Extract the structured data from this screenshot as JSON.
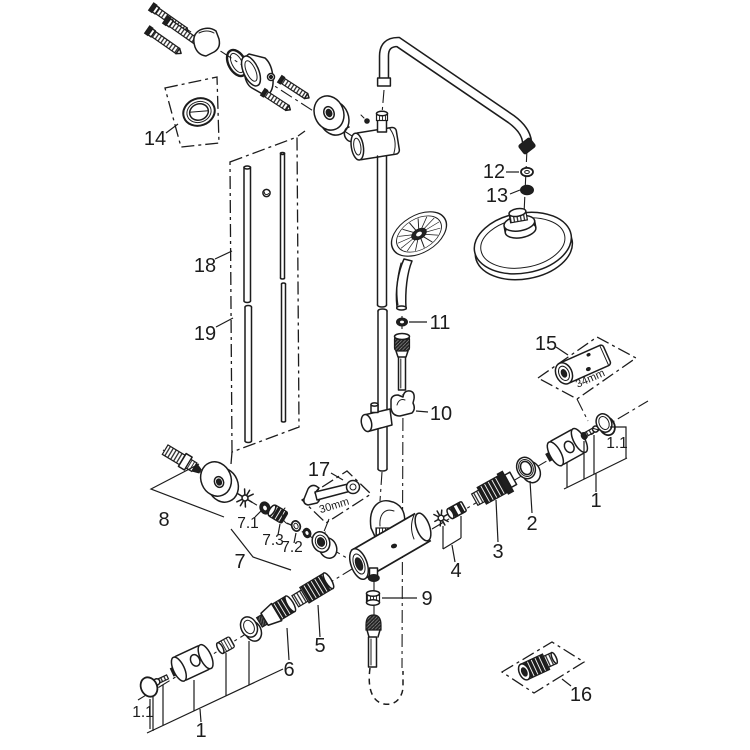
{
  "diagram": {
    "kind": "exploded-parts-diagram",
    "colors": {
      "background": "#ffffff",
      "line": "#1c1c1c"
    },
    "labels": {
      "p14": "14",
      "p18": "18",
      "p19": "19",
      "p12": "12",
      "p13": "13",
      "p11": "11",
      "p10": "10",
      "p15": "15",
      "p17": "17",
      "p8": "8",
      "p7": "7",
      "p7_1": "7.1",
      "p7_2": "7.2",
      "p7_3": "7.3",
      "p2": "2",
      "p3": "3",
      "p4": "4",
      "p9": "9",
      "p5": "5",
      "p6": "6",
      "p16": "16",
      "p1_right": "1",
      "p1_1_right": "1.1",
      "p1_bottom": "1",
      "p1_1_bottom": "1.1"
    },
    "annotations": {
      "socket_size": "34mm",
      "wrench_size": "30mm"
    }
  }
}
